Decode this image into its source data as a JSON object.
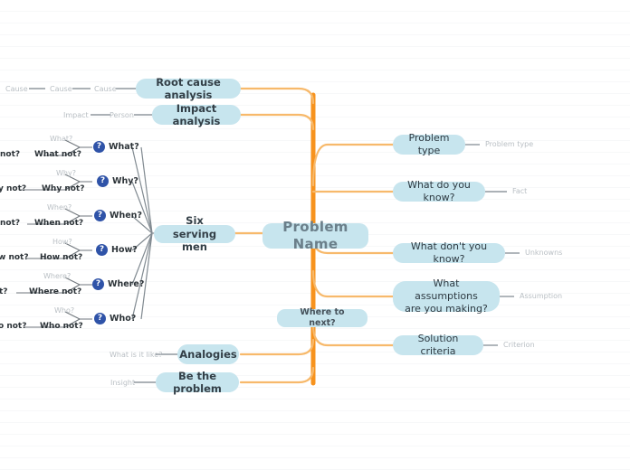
{
  "map": {
    "title": "Problem Name",
    "colors": {
      "node_fill": "#c7e5ee",
      "trunk": "#f7931e",
      "branch": "#f7b96b",
      "gray_wire": "#9aa0a6",
      "faint_label": "#b9bfc4",
      "badge": "#2f53a8"
    },
    "root": {
      "label": "Problem Name"
    },
    "right_branches": [
      {
        "node": "Problem type",
        "tag": "Problem type"
      },
      {
        "node": "What do you know?",
        "tag": "Fact"
      },
      {
        "node": "What don't you know?",
        "tag": "Unknowns"
      },
      {
        "node": "What assumptions\nare you making?",
        "tag": "Assumption"
      },
      {
        "node": "Solution criteria",
        "tag": "Criterion"
      }
    ],
    "left_branches": [
      {
        "node": "Root cause analysis",
        "tags": [
          "Cause",
          "Cause",
          "Cause"
        ]
      },
      {
        "node": "Impact analysis",
        "tags": [
          "Impact",
          "Person"
        ]
      },
      {
        "node": "Analogies",
        "tags": [
          "What is it like?"
        ]
      },
      {
        "node": "Be the problem",
        "tags": [
          "Insight"
        ]
      }
    ],
    "six_serving_men": {
      "node": "Six serving men",
      "items": [
        {
          "question": "What?",
          "faint": "What?",
          "bold": "What not?",
          "clipped": "not?"
        },
        {
          "question": "Why?",
          "faint": "Why?",
          "bold": "Why not?",
          "clipped": "y not?"
        },
        {
          "question": "When?",
          "faint": "When?",
          "bold": "When not?",
          "clipped": "not?"
        },
        {
          "question": "How?",
          "faint": "How?",
          "bold": "How not?",
          "clipped": "w not?"
        },
        {
          "question": "Where?",
          "faint": "Where?",
          "bold": "Where not?",
          "clipped": "t?"
        },
        {
          "question": "Who?",
          "faint": "Who?",
          "bold": "Who not?",
          "clipped": "o not?"
        }
      ],
      "badge_glyph": "?"
    },
    "where_to_next": {
      "label": "Where to next?"
    }
  }
}
